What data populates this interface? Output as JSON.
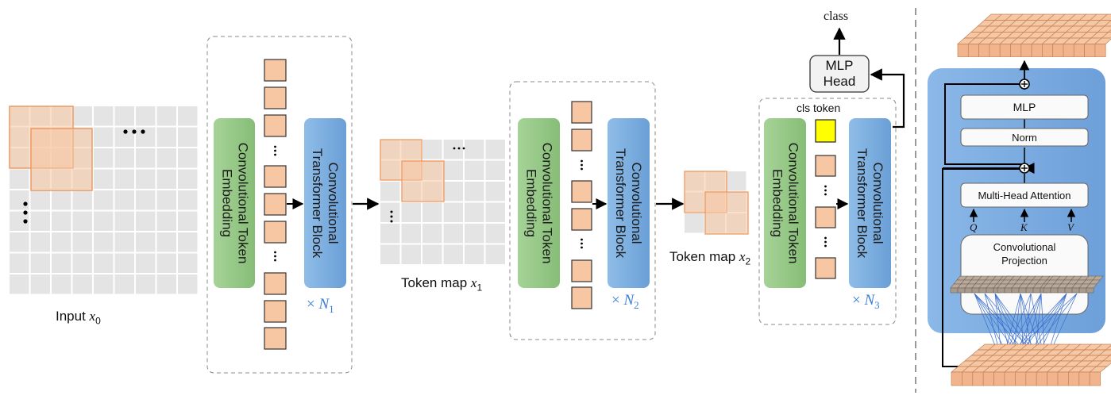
{
  "labels": {
    "input": "Input",
    "input_sub": "0",
    "token_map_1": "Token map",
    "token_map_1_sub": "1",
    "token_map_2": "Token map",
    "token_map_2_sub": "2",
    "class": "class",
    "mlp_head_line1": "MLP",
    "mlp_head_line2": "Head",
    "cls_token": "cls token"
  },
  "stages": [
    {
      "embedding_line1": "Convolutional Token",
      "embedding_line2": "Embedding",
      "block_line1": "Convolutional",
      "block_line2": "Transformer Block",
      "repeat_prefix": "×",
      "repeat_symbol": "N",
      "repeat_sub": "1"
    },
    {
      "embedding_line1": "Convolutional Token",
      "embedding_line2": "Embedding",
      "block_line1": "Convolutional",
      "block_line2": "Transformer Block",
      "repeat_prefix": "×",
      "repeat_symbol": "N",
      "repeat_sub": "2"
    },
    {
      "embedding_line1": "Convolutional Token",
      "embedding_line2": "Embedding",
      "block_line1": "Convolutional",
      "block_line2": "Transformer Block",
      "repeat_prefix": "×",
      "repeat_symbol": "N",
      "repeat_sub": "3"
    }
  ],
  "detail": {
    "mlp": "MLP",
    "norm": "Norm",
    "attention": "Multi-Head Attention",
    "q": "Q",
    "k": "K",
    "v": "V",
    "projection_line1": "Convolutional",
    "projection_line2": "Projection"
  },
  "colors": {
    "token": "#f7c6a3",
    "token_border": "#e07a3c",
    "embedding": "#96c987",
    "block": "#7aaee0",
    "grid": "#e4e4e4",
    "cls": "#ffff00",
    "detail_panel": "#7aaee0",
    "accent_text": "#3a7fd5"
  }
}
